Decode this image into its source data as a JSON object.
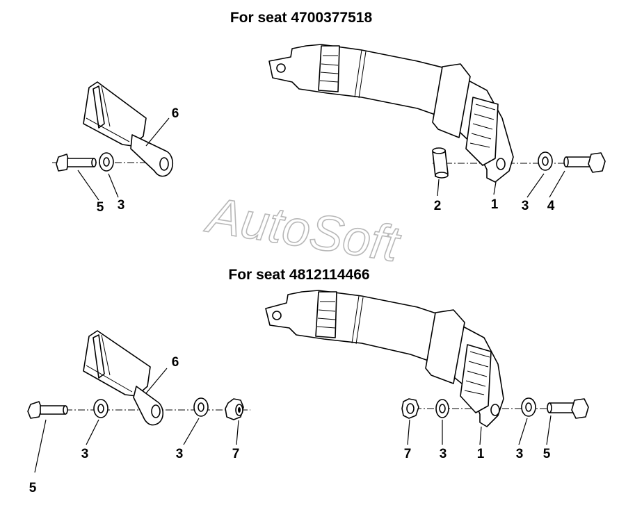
{
  "titles": {
    "top": "For seat 4700377518",
    "bottom": "For seat 4812114466"
  },
  "watermark": "AutoSoft",
  "callouts": {
    "top_left": {
      "bolt": "5",
      "washer": "3",
      "buckle": "6"
    },
    "top_right": {
      "spacer": "2",
      "belt": "1",
      "washer": "3",
      "bolt": "4"
    },
    "bottom_left": {
      "buckle": "6",
      "bolt": "5",
      "washer_a": "3",
      "washer_b": "3",
      "nut": "7"
    },
    "bottom_right": {
      "nut": "7",
      "washer_a": "3",
      "belt": "1",
      "washer_b": "3",
      "bolt": "5"
    }
  }
}
